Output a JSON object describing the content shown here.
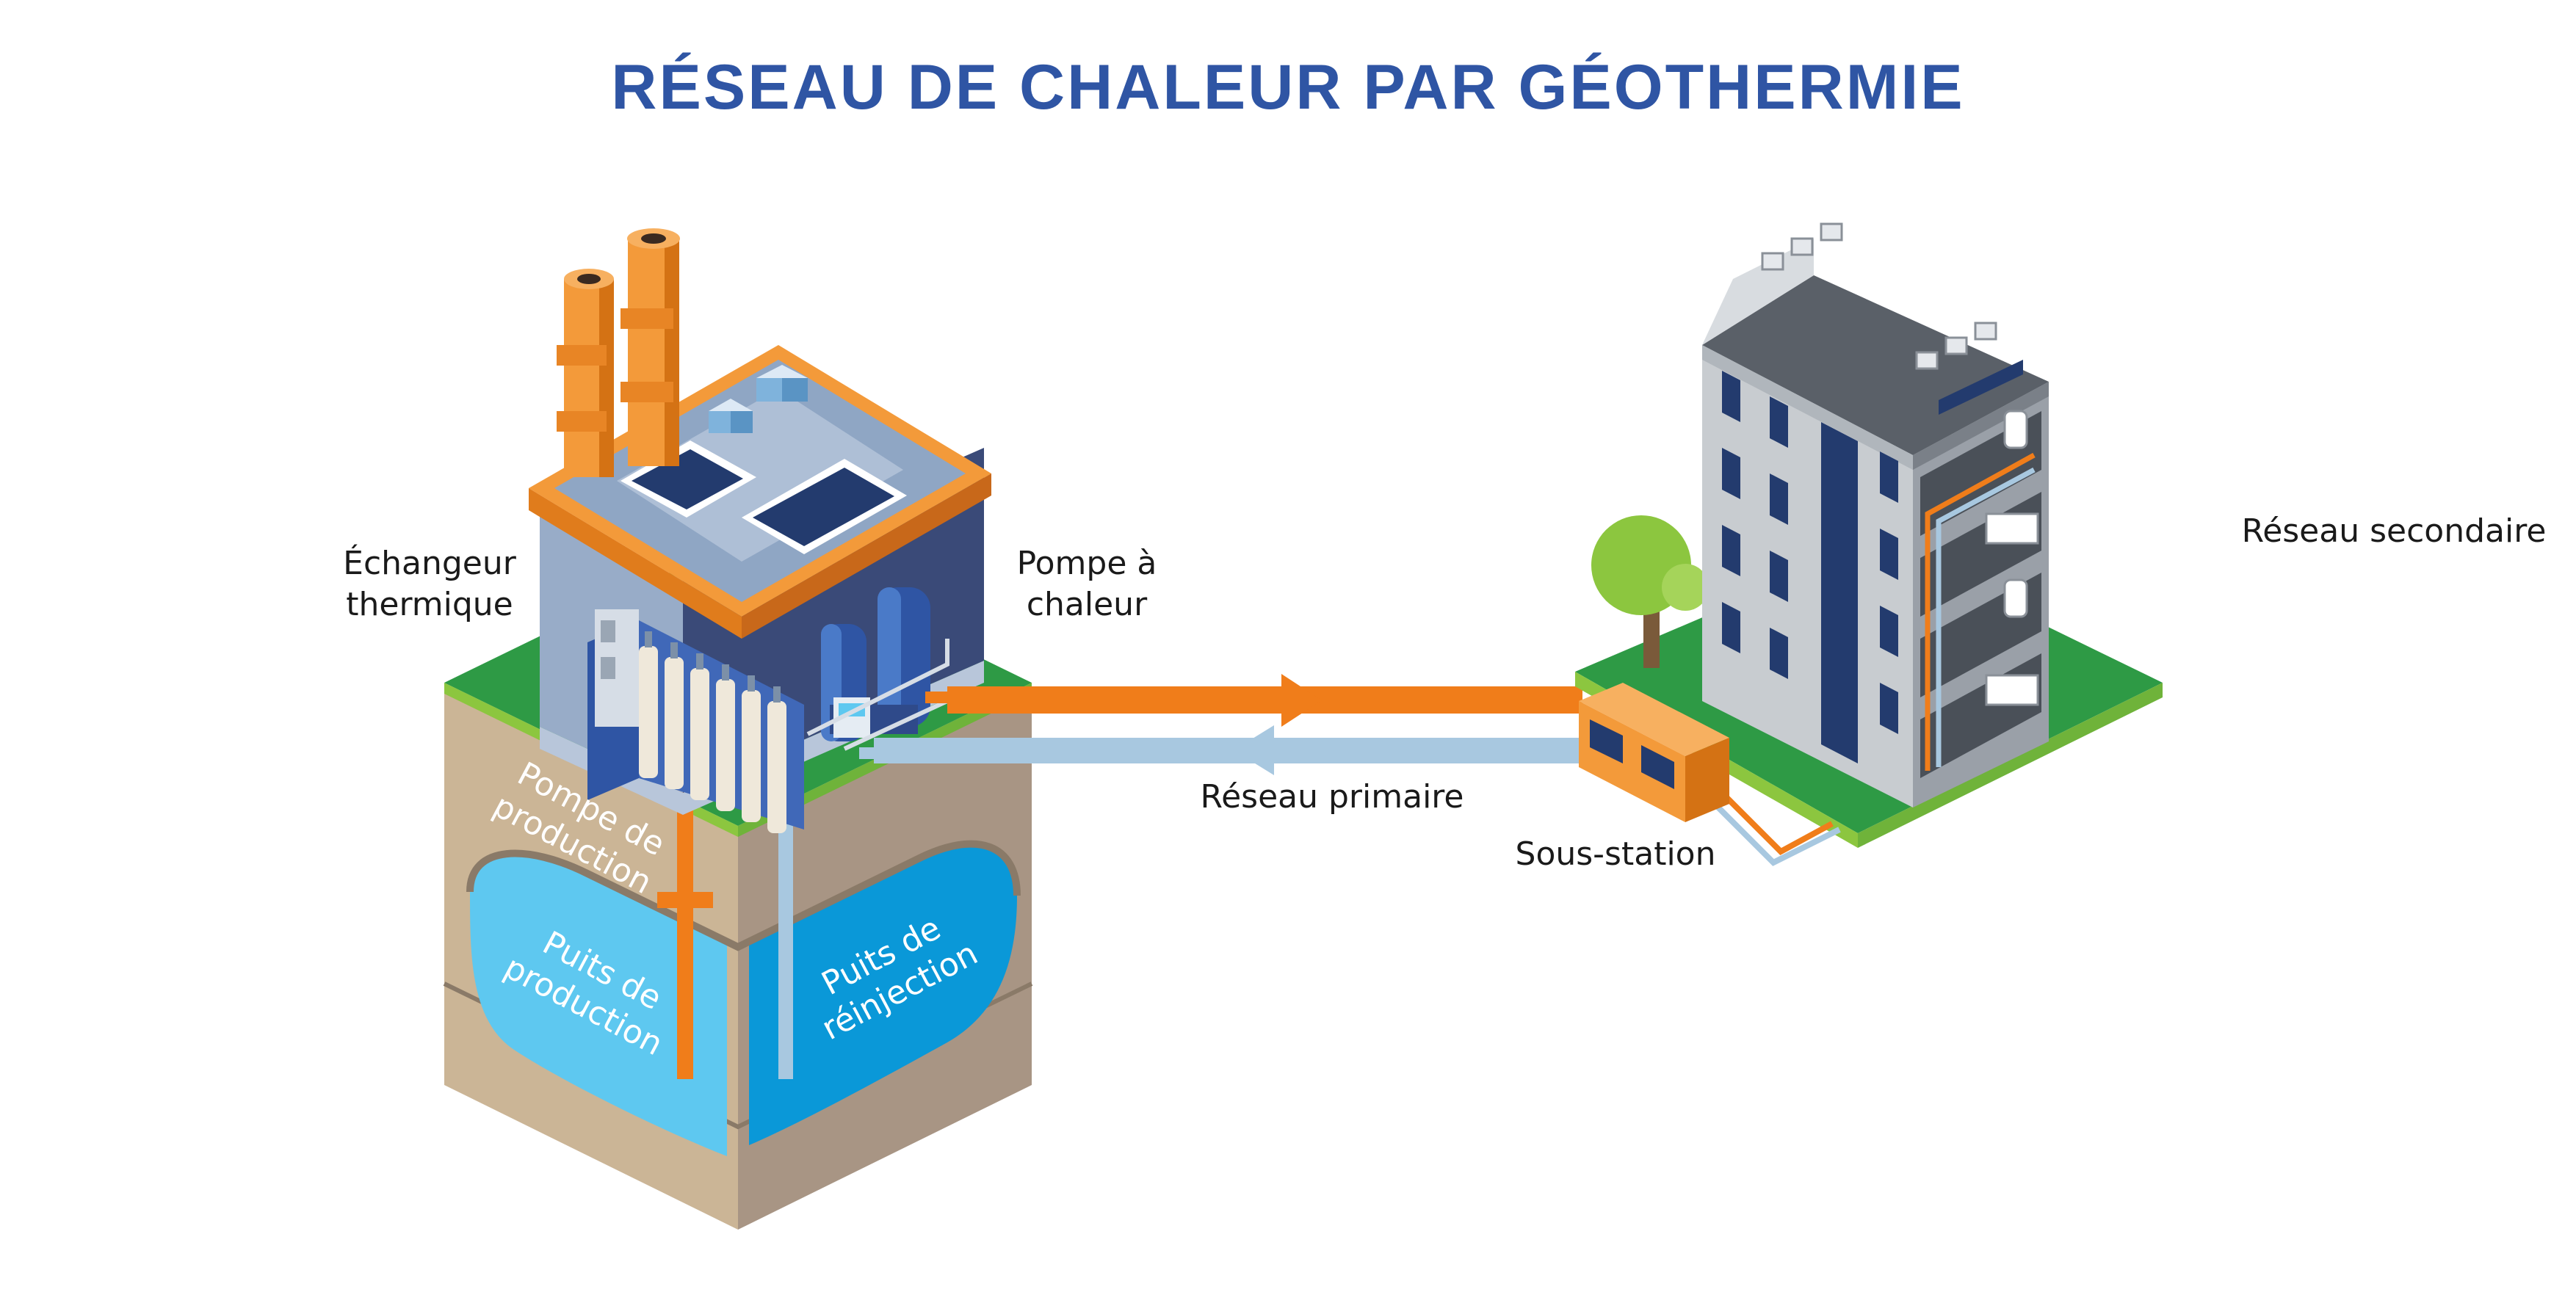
{
  "title": "RÉSEAU DE CHALEUR PAR GÉOTHERMIE",
  "labels": {
    "echangeur_line1": "Échangeur",
    "echangeur_line2": "thermique",
    "pompe_chaleur_line1": "Pompe à",
    "pompe_chaleur_line2": "chaleur",
    "reseau_secondaire": "Réseau secondaire",
    "reseau_primaire": "Réseau primaire",
    "sous_station": "Sous-station",
    "pompe_production_line1": "Pompe de",
    "pompe_production_line2": "production",
    "puits_production_line1": "Puits de",
    "puits_production_line2": "production",
    "puits_reinjection_line1": "Puits de",
    "puits_reinjection_line2": "réinjection"
  },
  "colors": {
    "title": "#2f55a4",
    "label": "#1a1a1a",
    "hot_pipe": "#f07d1a",
    "cold_pipe": "#a8c8e0",
    "grass": "#2e9a45",
    "grass_edge": "#8cc63f",
    "soil_front": "#cbb596",
    "soil_side": "#a89584",
    "aquifer_light": "#5ec8f0",
    "aquifer_dark": "#0a98d8",
    "plant_orange": "#f39a3a",
    "building_grey": "#c8ccd0",
    "building_dark": "#5a6068",
    "window_blue": "#233b6e",
    "tree_green": "#8cc63f"
  }
}
